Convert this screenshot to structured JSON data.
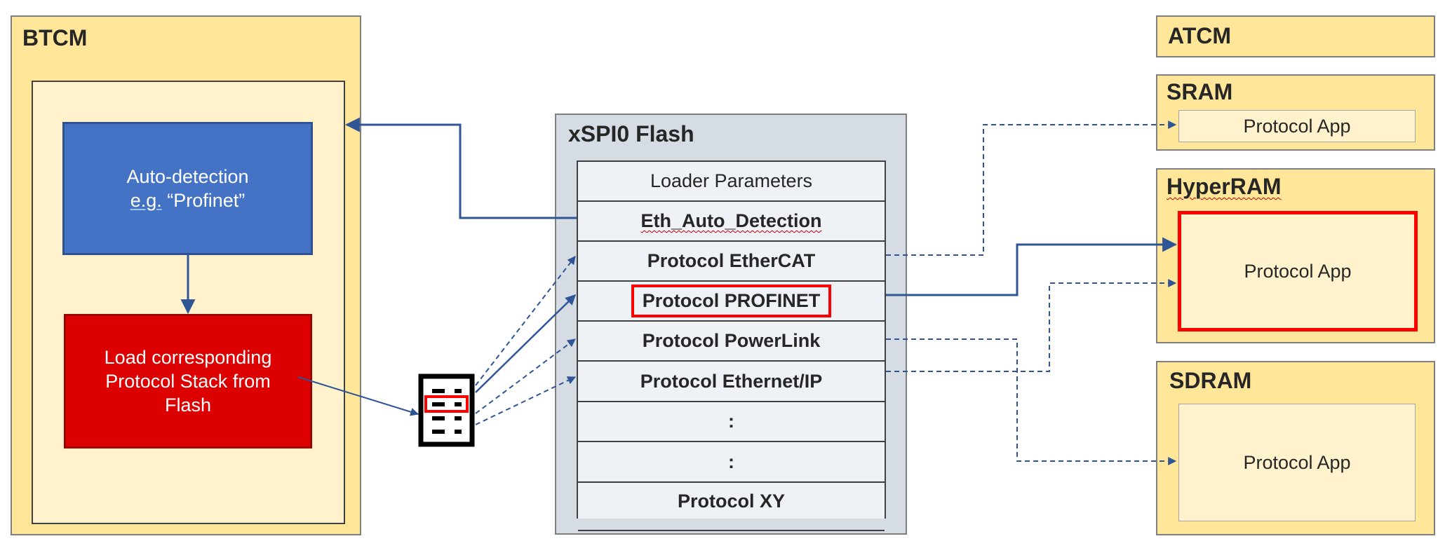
{
  "btcm": {
    "title": "BTCM",
    "auto_detection_line1": "Auto-detection",
    "auto_detection_eg": "e.g.",
    "auto_detection_value": "“Profinet”",
    "load_stack": "Load corresponding Protocol Stack from Flash"
  },
  "flash": {
    "title": "xSPI0 Flash",
    "rows": [
      "Loader Parameters",
      "Eth_Auto_Detection",
      "Protocol EtherCAT",
      "Protocol PROFINET",
      "Protocol PowerLink",
      "Protocol Ethernet/IP",
      ":",
      ":",
      "Protocol XY"
    ]
  },
  "atcm": {
    "title": "ATCM"
  },
  "sram": {
    "title": "SRAM",
    "app": "Protocol App"
  },
  "hyperram": {
    "title": "HyperRAM",
    "app": "Protocol App"
  },
  "sdram": {
    "title": "SDRAM",
    "app": "Protocol App"
  },
  "colors": {
    "yellow_outer": "#ffe699",
    "yellow_inner": "#fff2cc",
    "flash_bg": "#d6dce4",
    "blue_box": "#4472c4",
    "red_box": "#c00000",
    "highlight_red": "#ff0000",
    "arrow_blue": "#2f5597"
  }
}
